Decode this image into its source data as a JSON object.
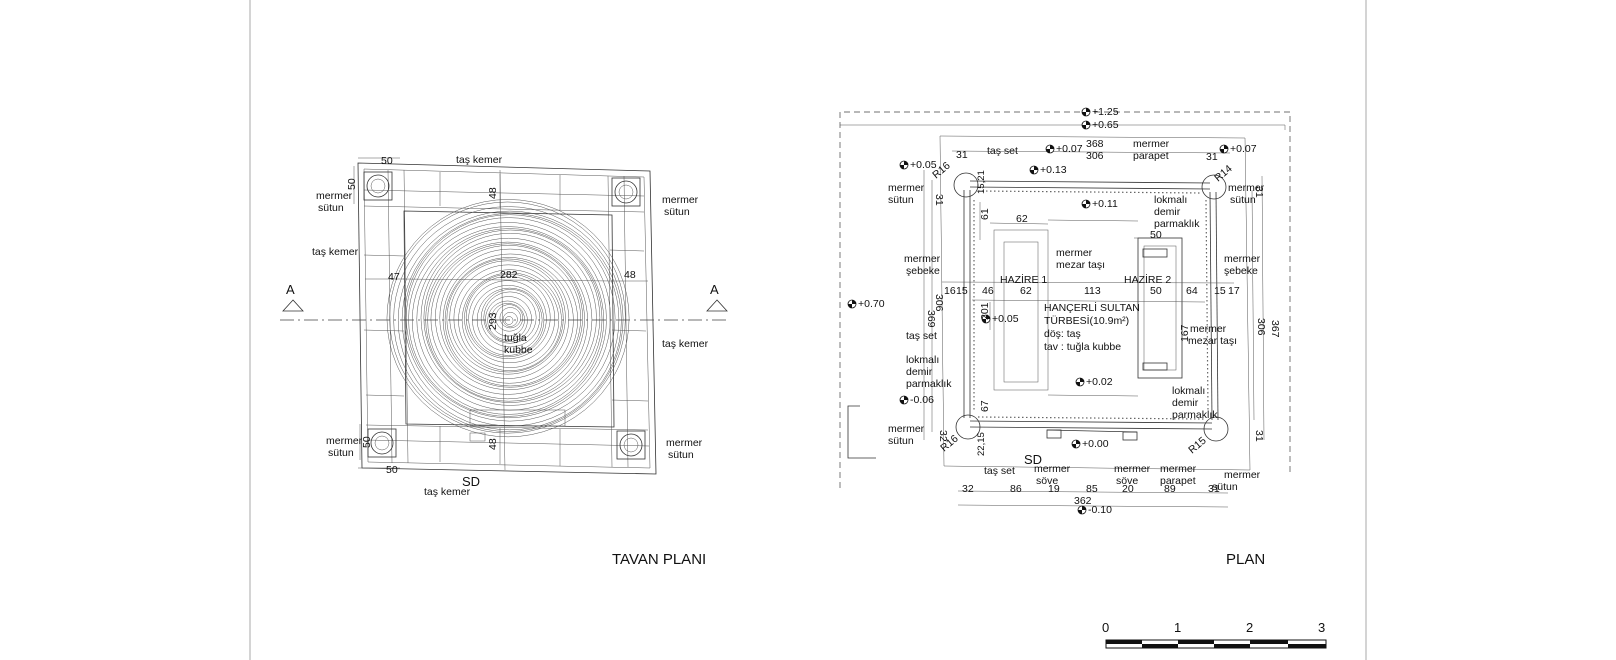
{
  "sheet_titles": {
    "ceiling": "TAVAN PLANI",
    "plan": "PLAN"
  },
  "ceiling_plan": {
    "section_marker": "A",
    "labels": {
      "tas_kemer_top": "taş kemer",
      "tas_kemer_left": "taş kemer",
      "tas_kemer_right": "taş kemer",
      "tas_kemer_bottom": "taş kemer",
      "mermer_tl_1": "mermer",
      "mermer_tl_2": "sütun",
      "mermer_tr_1": "mermer",
      "mermer_tr_2": "sütun",
      "mermer_bl_1": "mermer",
      "mermer_bl_2": "sütun",
      "mermer_br_1": "mermer",
      "mermer_br_2": "sütun",
      "dome_1": "tuğla",
      "dome_2": "kubbe",
      "sd": "SD"
    },
    "dims": {
      "top": "50",
      "left_top": "50",
      "inner_top": "48",
      "left": "47",
      "center": "282",
      "right": "48",
      "vertical": "293",
      "inner_bottom": "48",
      "left_bottom": "50",
      "bottom": "50"
    }
  },
  "plan": {
    "levels": {
      "l1": "+1.25",
      "l2": "+0.65",
      "l3": "+0.07",
      "l4": "+0.07",
      "l5": "+0.05",
      "l6": "+0.13",
      "l7": "+0.11",
      "l8": "+0.70",
      "l9": "+0.05",
      "l10": "-0.06",
      "l11": "+0.02",
      "l12": "+0.00",
      "l13": "-0.10"
    },
    "radii": {
      "r16_top": "R16",
      "r14": "R14",
      "r16_bottom": "R16",
      "r15": "R15"
    },
    "labels": {
      "tas_set_top": "taş set",
      "mermer_parapet_top_1": "mermer",
      "mermer_parapet_top_2": "parapet",
      "mermer_sutun_tl_1": "mermer",
      "mermer_sutun_tl_2": "sütun",
      "mermer_sutun_tr_1": "mermer",
      "mermer_sutun_tr_2": "sütun",
      "lokmali_top_1": "lokmalı",
      "lokmali_top_2": "demir",
      "lokmali_top_3": "parmaklık",
      "mermer_sebeke_l_1": "mermer",
      "mermer_sebeke_l_2": "şebeke",
      "mermer_sebeke_r_1": "mermer",
      "mermer_sebeke_r_2": "şebeke",
      "mezar_tasi_1": "mermer",
      "mezar_tasi_2": "mezar taşı",
      "hazire_1": "HAZİRE 1",
      "hazire_2": "HAZİRE 2",
      "title_1": "HANÇERLİ SULTAN",
      "title_2": "TÜRBESİ(10.9m²)",
      "title_3": "döş: taş",
      "title_4": "tav : tuğla kubbe",
      "tas_set_left": "taş set",
      "lokmali_left_1": "lokmalı",
      "lokmali_left_2": "demir",
      "lokmali_left_3": "parmaklık",
      "mezar_tasi_r_1": "mermer",
      "mezar_tasi_r_2": "mezar taşı",
      "lokmali_right_1": "lokmalı",
      "lokmali_right_2": "demir",
      "lokmali_right_3": "parmaklık",
      "mermer_sutun_bl_1": "mermer",
      "mermer_sutun_bl_2": "sütun",
      "sd": "SD",
      "tas_set_bottom": "taş set",
      "mermer_sove_1_a": "mermer",
      "mermer_sove_1_b": "söve",
      "mermer_sove_2_a": "mermer",
      "mermer_sove_2_b": "söve",
      "mermer_parapet_b_1": "mermer",
      "mermer_parapet_b_2": "parapet",
      "mermer_sutun_br_1": "mermer",
      "mermer_sutun_br_2": "sütun"
    },
    "dims": {
      "top_31_l": "31",
      "top_368": "368",
      "top_306": "306",
      "top_31_r": "31",
      "v31_l": "31",
      "v15_21": "15,21",
      "v61": "61",
      "h62_top": "62",
      "h50_top": "50",
      "row_16": "16",
      "row_15_l": "15",
      "row_46": "46",
      "row_62": "62",
      "row_113": "113",
      "row_50": "50",
      "row_64": "64",
      "row_15_r": "15",
      "row_17": "17",
      "v369": "369",
      "v306_l": "306",
      "v201": "201",
      "v167": "167",
      "v367": "367",
      "v306_r": "306",
      "v31_r": "31",
      "v67": "67",
      "v32_l": "32",
      "v22_15": "22,15",
      "v31_br": "31",
      "b32": "32",
      "b86": "86",
      "b19": "19",
      "b85": "85",
      "b20": "20",
      "b89": "89",
      "b31": "31",
      "b362": "362"
    }
  },
  "scale_bar": {
    "ticks": [
      "0",
      "1",
      "2",
      "3"
    ]
  }
}
